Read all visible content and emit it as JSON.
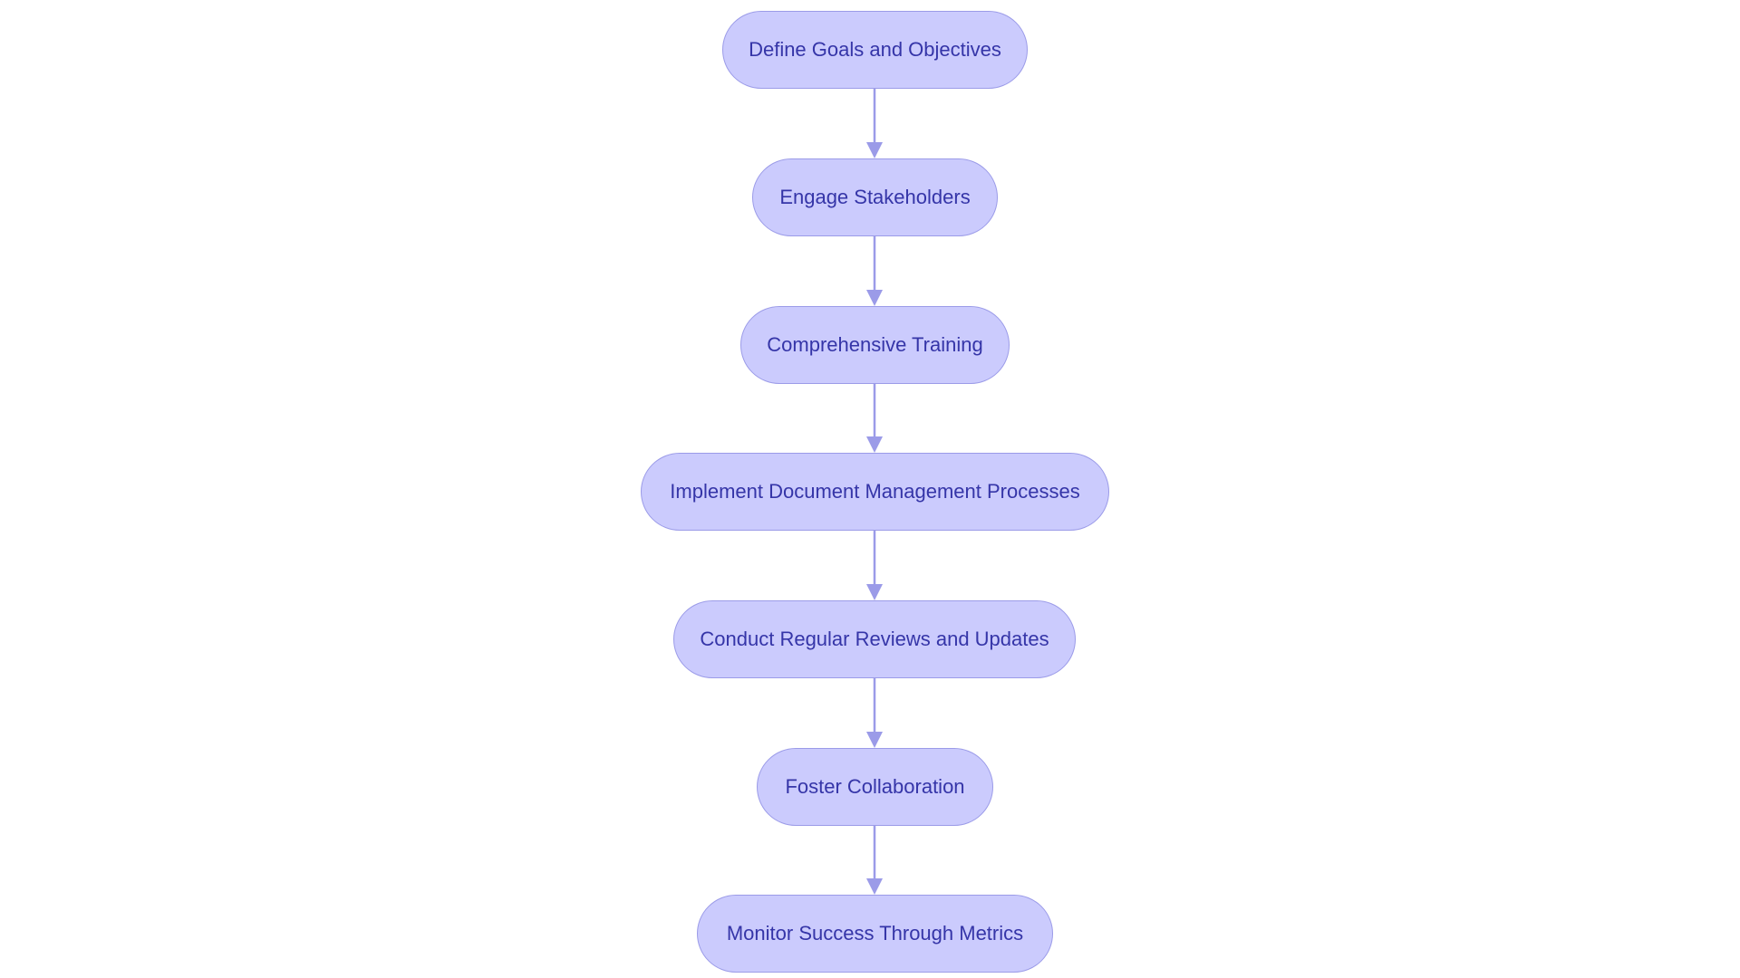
{
  "colors": {
    "node_fill": "#cbcbfd",
    "node_border": "#9b9be8",
    "node_text": "#3535a8",
    "connector": "#9b9be8"
  },
  "flowchart": {
    "nodes": [
      {
        "id": "n1",
        "label": "Define Goals and Objectives"
      },
      {
        "id": "n2",
        "label": "Engage Stakeholders"
      },
      {
        "id": "n3",
        "label": "Comprehensive Training"
      },
      {
        "id": "n4",
        "label": "Implement Document Management Processes"
      },
      {
        "id": "n5",
        "label": "Conduct Regular Reviews and Updates"
      },
      {
        "id": "n6",
        "label": "Foster Collaboration"
      },
      {
        "id": "n7",
        "label": "Monitor Success Through Metrics"
      }
    ],
    "edges": [
      {
        "from": "n1",
        "to": "n2"
      },
      {
        "from": "n2",
        "to": "n3"
      },
      {
        "from": "n3",
        "to": "n4"
      },
      {
        "from": "n4",
        "to": "n5"
      },
      {
        "from": "n5",
        "to": "n6"
      },
      {
        "from": "n6",
        "to": "n7"
      }
    ]
  }
}
